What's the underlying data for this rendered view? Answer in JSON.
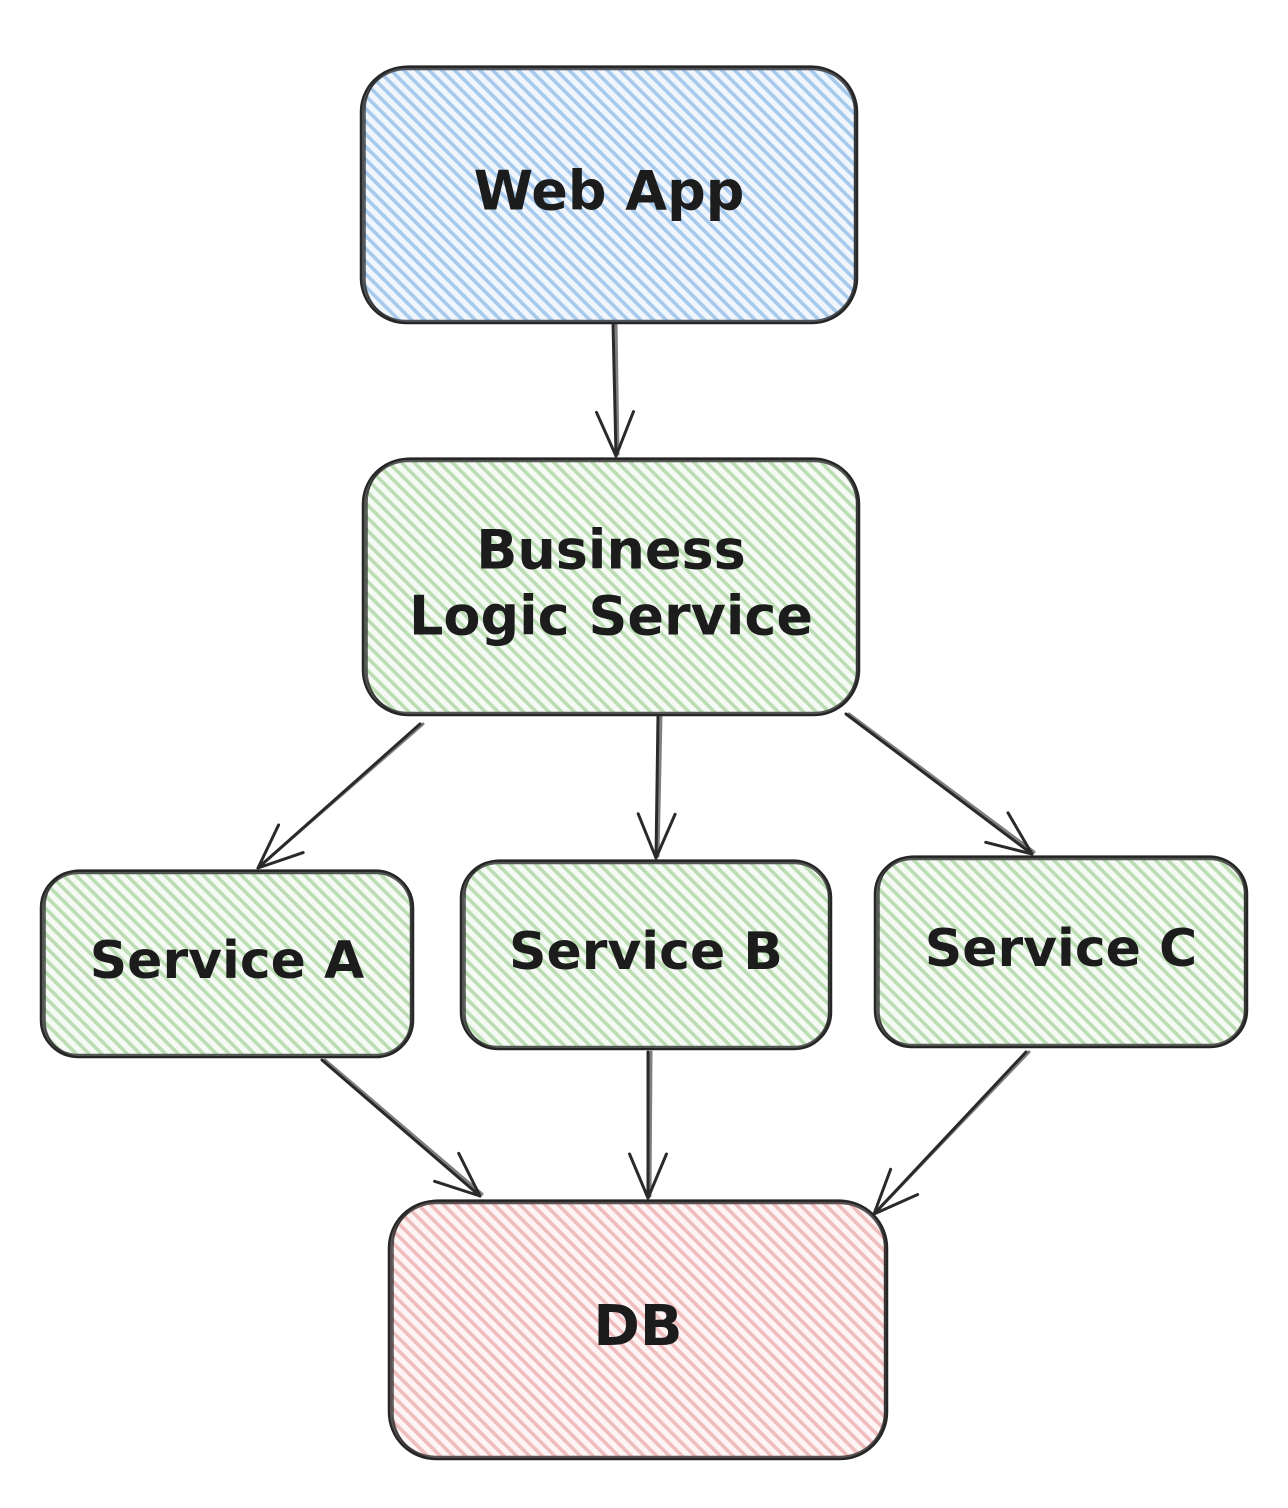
{
  "diagram": {
    "nodes": [
      {
        "id": "web-app",
        "label_lines": [
          "Web App"
        ],
        "color": "#c2dcf3",
        "hatch": "#9ec4ea"
      },
      {
        "id": "business-logic-service",
        "label_lines": [
          "Business",
          "Logic Service"
        ],
        "color": "#d8ecd3",
        "hatch": "#b3d9aa"
      },
      {
        "id": "service-a",
        "label_lines": [
          "Service A"
        ],
        "color": "#d8ecd3",
        "hatch": "#b3d9aa"
      },
      {
        "id": "service-b",
        "label_lines": [
          "Service B"
        ],
        "color": "#d8ecd3",
        "hatch": "#b3d9aa"
      },
      {
        "id": "service-c",
        "label_lines": [
          "Service C"
        ],
        "color": "#d8ecd3",
        "hatch": "#b3d9aa"
      },
      {
        "id": "db",
        "label_lines": [
          "DB"
        ],
        "color": "#f6d6d6",
        "hatch": "#ecb4b4"
      }
    ],
    "edges": [
      {
        "from": "web-app",
        "to": "business-logic-service"
      },
      {
        "from": "business-logic-service",
        "to": "service-a"
      },
      {
        "from": "business-logic-service",
        "to": "service-b"
      },
      {
        "from": "business-logic-service",
        "to": "service-c"
      },
      {
        "from": "service-a",
        "to": "db"
      },
      {
        "from": "service-b",
        "to": "db"
      },
      {
        "from": "service-c",
        "to": "db"
      }
    ]
  }
}
